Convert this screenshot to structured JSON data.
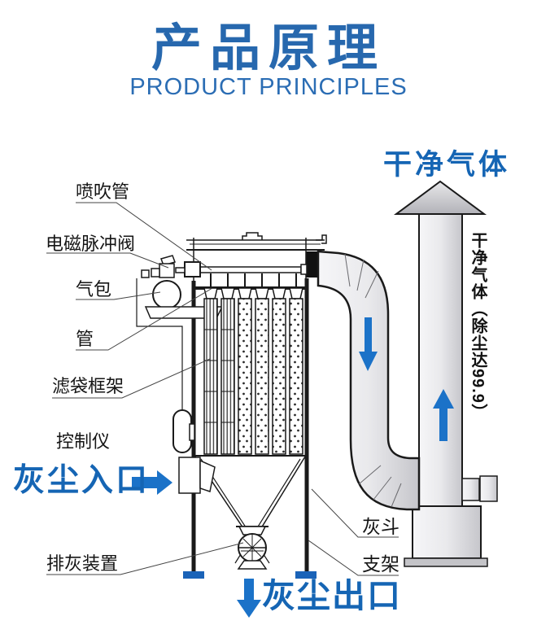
{
  "header": {
    "title": "产品原理",
    "subtitle": "PRODUCT PRINCIPLES"
  },
  "labels": {
    "blow_pipe": "喷吹管",
    "pulse_valve": "电磁脉冲阀",
    "air_bag": "气包",
    "pipe": "管",
    "filter_bag_frame": "滤袋框架",
    "controller": "控制仪",
    "dust_inlet": "灰尘入口",
    "ash_discharge_device": "排灰装置",
    "ash_hopper": "灰斗",
    "support_frame": "支架",
    "dust_outlet": "灰尘出口",
    "clean_gas": "干净气体",
    "clean_gas_note": "干净气体（除尘达99.9）"
  },
  "icons": {
    "dust_inlet_arrow": "right-arrow",
    "duct_flow_arrow": "down-arrow",
    "chimney_flow_arrow": "up-arrow",
    "dust_outlet_arrow": "down-arrow"
  },
  "colors": {
    "title_blue": "#2768ae",
    "label_blue": "#1565b4",
    "arrow_blue": "#1b72c8",
    "foot_blue": "#1a63b8",
    "line": "#1a1a1a"
  }
}
